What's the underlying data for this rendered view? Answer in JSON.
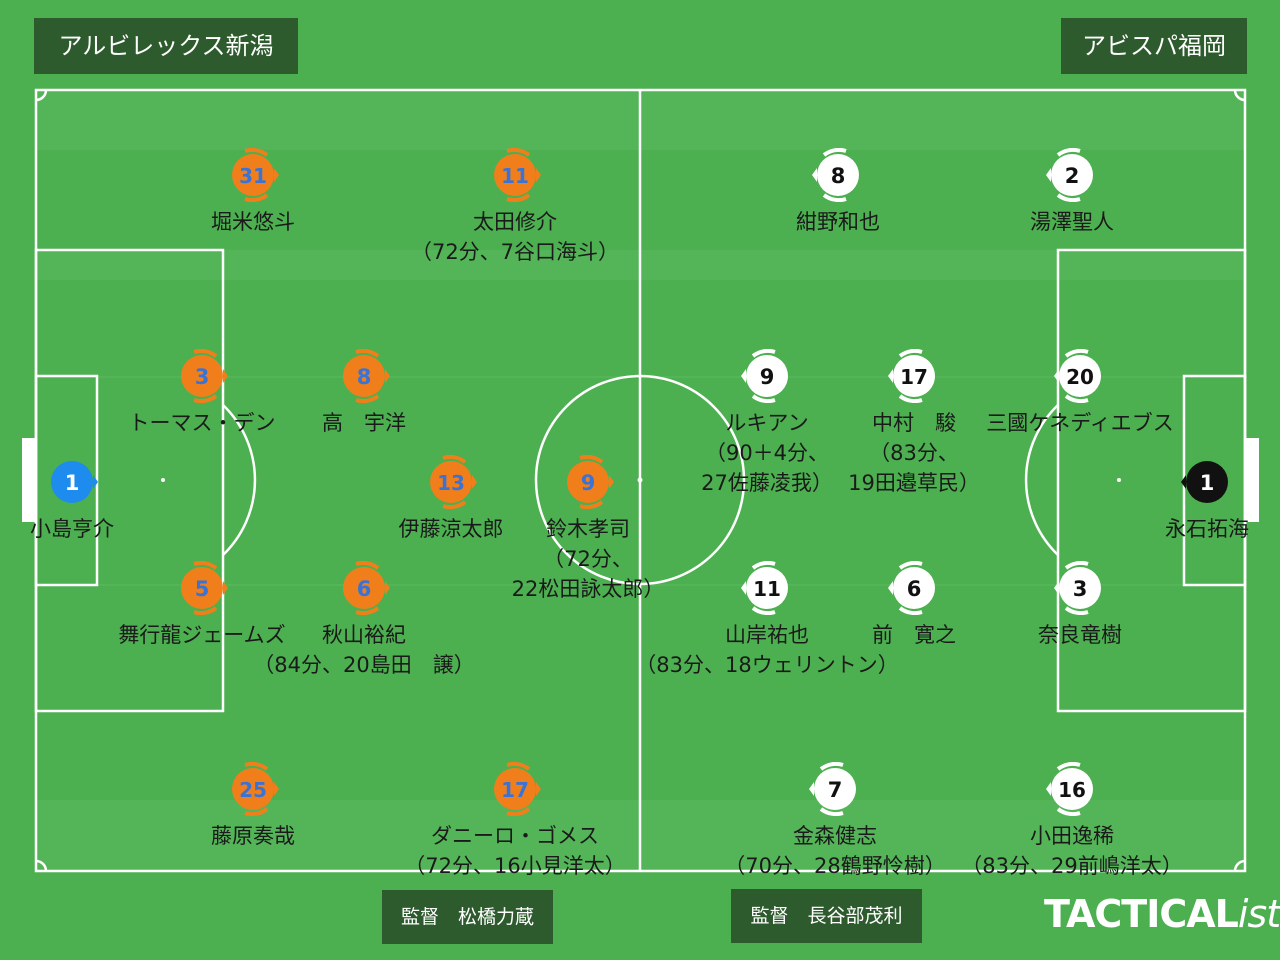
{
  "home_team": {
    "name": "アルビレックス新潟",
    "color": "#f07f1b",
    "number_color": "#3a73d6",
    "gk_color": "#1e8bef",
    "gk_number_color": "#ffffff",
    "coach": "監督　松橋力蔵",
    "players": [
      {
        "number": "1",
        "name": "小島亨介",
        "sub": "",
        "gk": true
      },
      {
        "number": "3",
        "name": "トーマス・デン",
        "sub": ""
      },
      {
        "number": "5",
        "name": "舞行龍ジェームズ",
        "sub": ""
      },
      {
        "number": "31",
        "name": "堀米悠斗",
        "sub": ""
      },
      {
        "number": "25",
        "name": "藤原奏哉",
        "sub": ""
      },
      {
        "number": "8",
        "name": "高　宇洋",
        "sub": ""
      },
      {
        "number": "6",
        "name": "秋山裕紀",
        "sub": "（84分、20島田　譲）"
      },
      {
        "number": "11",
        "name": "太田修介",
        "sub": "（72分、7谷口海斗）"
      },
      {
        "number": "17",
        "name": "ダニーロ・ゴメス",
        "sub": "（72分、16小見洋太）"
      },
      {
        "number": "13",
        "name": "伊藤涼太郎",
        "sub": ""
      },
      {
        "number": "9",
        "name": "鈴木孝司",
        "sub": "（72分、\n22松田詠太郎）"
      }
    ]
  },
  "away_team": {
    "name": "アビスパ福岡",
    "color": "#ffffff",
    "number_color": "#111111",
    "gk_color": "#111111",
    "gk_number_color": "#ffffff",
    "coach": "監督　長谷部茂利",
    "players": [
      {
        "number": "1",
        "name": "永石拓海",
        "sub": "",
        "gk": true
      },
      {
        "number": "20",
        "name": "三國ケネディエブス",
        "sub": ""
      },
      {
        "number": "3",
        "name": "奈良竜樹",
        "sub": ""
      },
      {
        "number": "2",
        "name": "湯澤聖人",
        "sub": ""
      },
      {
        "number": "16",
        "name": "小田逸稀",
        "sub": "（83分、29前嶋洋太）"
      },
      {
        "number": "17",
        "name": "中村　駿",
        "sub": "（83分、\n19田邉草民）"
      },
      {
        "number": "6",
        "name": "前　寛之",
        "sub": ""
      },
      {
        "number": "8",
        "name": "紺野和也",
        "sub": ""
      },
      {
        "number": "7",
        "name": "金森健志",
        "sub": "（70分、28鶴野怜樹）"
      },
      {
        "number": "9",
        "name": "ルキアン",
        "sub": "（90＋4分、\n27佐藤凌我）"
      },
      {
        "number": "11",
        "name": "山岸祐也",
        "sub": "（83分、18ウェリントン）"
      }
    ]
  },
  "brand": {
    "bold": "TACTICAL",
    "light": "ista"
  },
  "colors": {
    "pitch": "#4caf50",
    "pitch_stripe": "#54b558",
    "line": "#ffffff",
    "panel": "#2e5b2e"
  }
}
